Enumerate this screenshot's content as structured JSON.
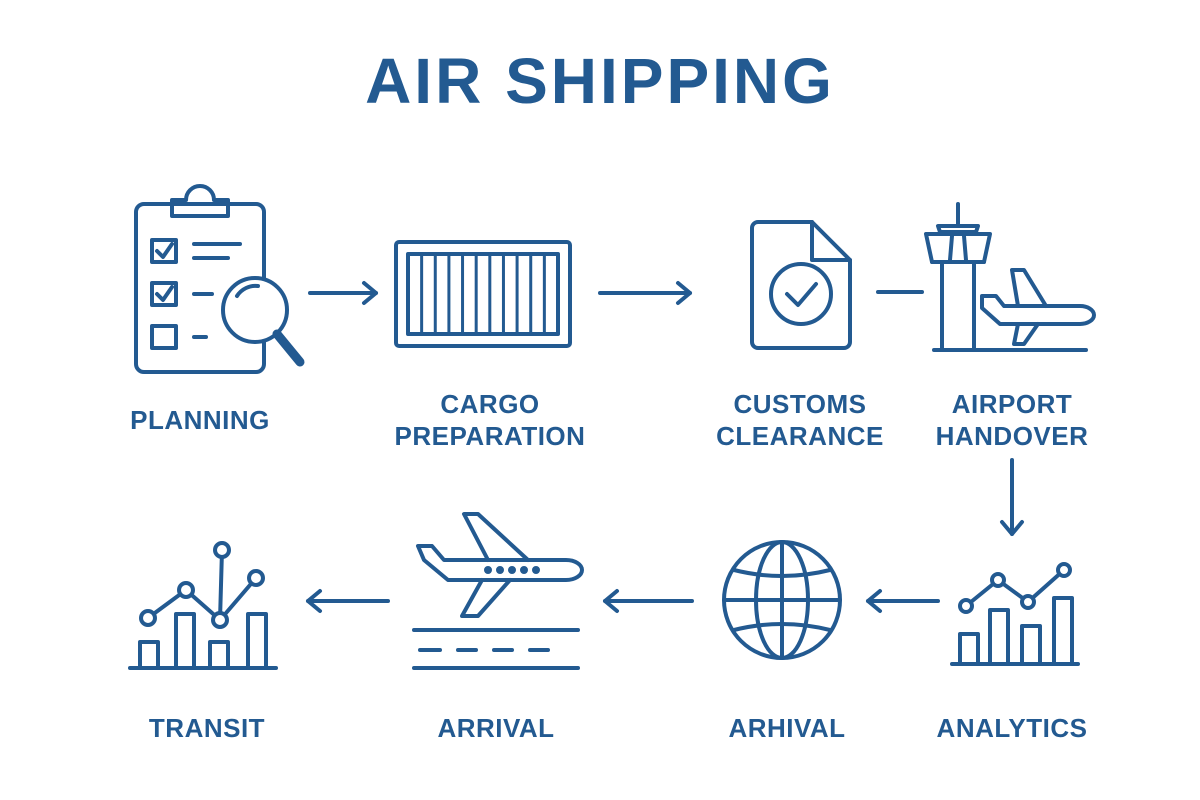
{
  "title": "AIR SHIPPING",
  "colors": {
    "primary": "#235a91",
    "background": "#ffffff"
  },
  "steps": [
    {
      "icon": "clipboard-checklist-search-icon",
      "label_lines": [
        "PLANNING"
      ]
    },
    {
      "icon": "cargo-container-icon",
      "label_lines": [
        "CARGO",
        "PREPARATION"
      ]
    },
    {
      "icon": "document-check-icon",
      "label_lines": [
        "CUSTOMS",
        "CLEARANCE"
      ]
    },
    {
      "icon": "control-tower-airplane-icon",
      "label_lines": [
        "AIRPORT",
        "HANDOVER"
      ]
    },
    {
      "icon": "analytics-chart-icon",
      "label_lines": [
        "ANALYTICS"
      ]
    },
    {
      "icon": "globe-icon",
      "label_lines": [
        "ARHIVAL"
      ]
    },
    {
      "icon": "airplane-runway-icon",
      "label_lines": [
        "ARRIVAL"
      ]
    },
    {
      "icon": "line-bar-chart-icon",
      "label_lines": [
        "TRANSIT"
      ]
    }
  ]
}
